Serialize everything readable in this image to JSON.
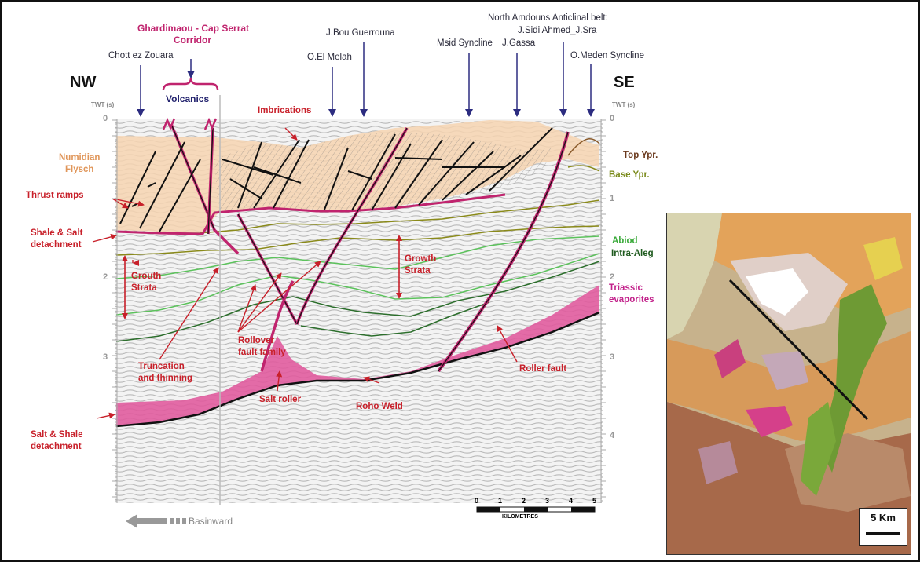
{
  "section": {
    "orientation_left": "NW",
    "orientation_right": "SE",
    "axis_label_left": "TWT (s)",
    "axis_label_right": "TWT (s)",
    "ticks_left": [
      "0",
      "1",
      "2",
      "3",
      "4"
    ],
    "ticks_right": [
      "0",
      "1",
      "2",
      "3",
      "4"
    ],
    "top_labels": {
      "chott": "Chott ez Zouara",
      "corridor_line1": "Ghardimaou - Cap Serrat",
      "corridor_line2": "Corridor",
      "bou": "J.Bou Guerrouna",
      "melah": "O.El Melah",
      "msid": "Msid Syncline",
      "gassa": "J.Gassa",
      "amdouns_line1": "North Amdouns Anticlinal belt:",
      "amdouns_line2": "J.Sidi Ahmed_J.Sra",
      "meden": "O.Meden Syncline"
    },
    "annotations": {
      "volcanics": "Volcanics",
      "imbrications": "Imbrications",
      "numidian_line1": "Numidian",
      "numidian_line2": "Flysch",
      "thrust_ramps": "Thrust ramps",
      "shale_salt_line1": "Shale & Salt",
      "shale_salt_line2": "detachment",
      "grouth_line1": "Grouth",
      "grouth_line2": "Strata",
      "growth_line1": "Growth",
      "growth_line2": "Strata",
      "rollover_line1": "Rollover",
      "rollover_line2": "fault family",
      "truncation_line1": "Truncation",
      "truncation_line2": "and thinning",
      "salt_roller": "Salt roller",
      "roho_weld": "Roho Weld",
      "roller_fault": "Roller fault",
      "salt_shale_line1": "Salt & Shale",
      "salt_shale_line2": "detachment"
    },
    "horizons": {
      "top_ypr": "Top Ypr.",
      "base_ypr": "Base Ypr.",
      "abiod": "Abiod",
      "intra_aleg": "Intra-Aleg",
      "triassic_line1": "Triassic",
      "triassic_line2": "evaporites"
    },
    "basinward": "Basinward",
    "scale_ticks": [
      "0",
      "1",
      "2",
      "3",
      "4",
      "5"
    ],
    "scale_unit": "KILOMETRES"
  },
  "map": {
    "scale_label": "5 Km"
  },
  "colors": {
    "flysch": "#f6d3b0",
    "salt": "#e0589c",
    "red_text": "#c8202a",
    "magenta_text": "#c0246e",
    "green_horizon": "#5cc25c",
    "dark_green_horizon": "#2c6e2c",
    "olive_horizon": "#8a8a1a"
  }
}
